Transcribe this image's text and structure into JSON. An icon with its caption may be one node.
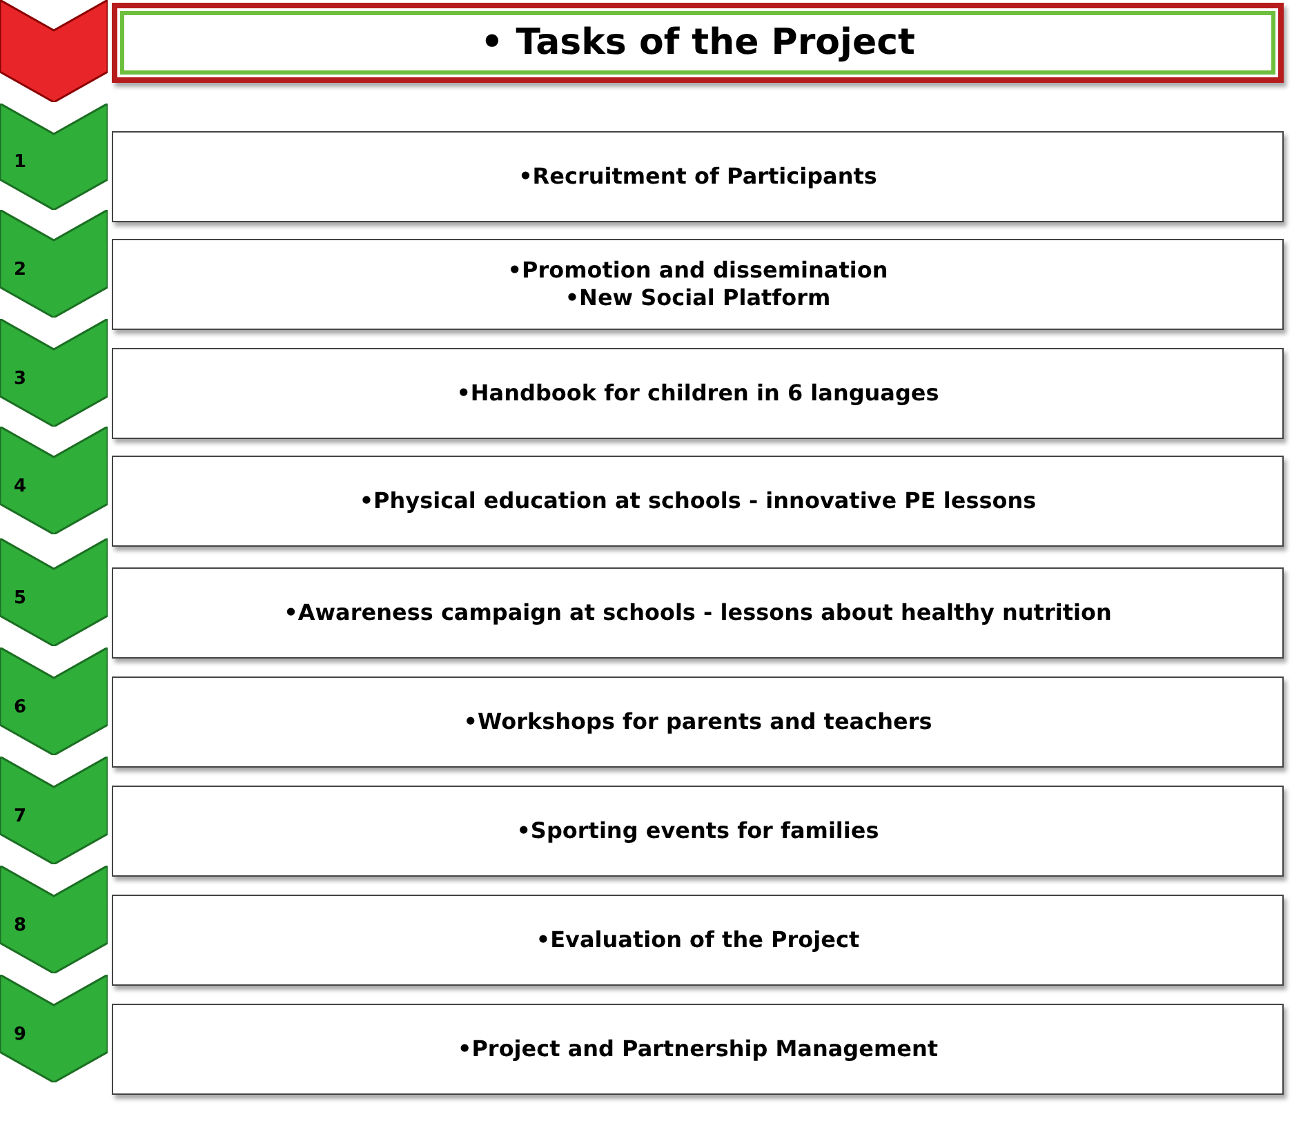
{
  "diagram": {
    "nodes": [
      {
        "text": [],
        "shape": "chevron"
      },
      {
        "text": [
          "• Tasks of the Project"
        ]
      },
      {
        "text": [
          "1"
        ]
      },
      {
        "text": [
          "•Recruitment of Participants"
        ]
      },
      {
        "text": [
          "2"
        ]
      },
      {
        "text": [
          "•Promotion and dissemination",
          "•New Social Platform"
        ]
      },
      {
        "text": [
          "3"
        ]
      },
      {
        "text": [
          "•Handbook for children in 6 languages"
        ]
      },
      {
        "text": [
          "4"
        ]
      },
      {
        "text": [
          "•Physical education at schools - innovative PE lessons"
        ]
      },
      {
        "text": [
          "5"
        ]
      },
      {
        "text": [
          "•Awareness campaign at schools - lessons about healthy nutrition"
        ]
      },
      {
        "text": [
          "6"
        ]
      },
      {
        "text": [
          "•Workshops for parents and teachers"
        ]
      },
      {
        "text": [
          "7"
        ]
      },
      {
        "text": [
          "•Sporting events for families"
        ]
      },
      {
        "text": [
          "8"
        ]
      },
      {
        "text": [
          "•Evaluation of the Project"
        ]
      },
      {
        "text": [
          "9"
        ]
      },
      {
        "text": [
          "•Project and Partnership Management"
        ]
      }
    ]
  }
}
